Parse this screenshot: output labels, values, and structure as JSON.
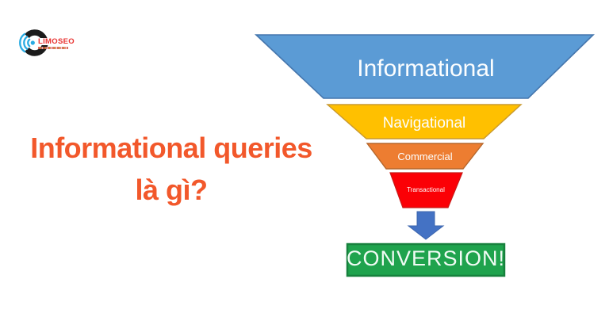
{
  "logo": {
    "name": "LIMOSEO",
    "text_color": "#e8312f",
    "icon_ring_color": "#1b1b1b",
    "icon_signal_color": "#29abe2"
  },
  "heading": {
    "line1": "Informational queries",
    "line2": "là gì?",
    "color": "#f2582b"
  },
  "funnel": {
    "layers": [
      {
        "label": "Informational",
        "color": "#5b9bd5",
        "border": "#4576ad"
      },
      {
        "label": "Navigational",
        "color": "#ffc000",
        "border": "#c9992e"
      },
      {
        "label": "Commercial",
        "color": "#ed7d31",
        "border": "#b5672c"
      },
      {
        "label": "Transactional",
        "color": "#fb0006",
        "border": "#c81a17"
      }
    ],
    "label_text_color": "#ffffff",
    "arrow_color": "#4472c4",
    "conversion": {
      "label": "CONVERSION!",
      "color": "#1fa34d",
      "border": "#17813d",
      "text_color": "#f0fbf4"
    }
  }
}
